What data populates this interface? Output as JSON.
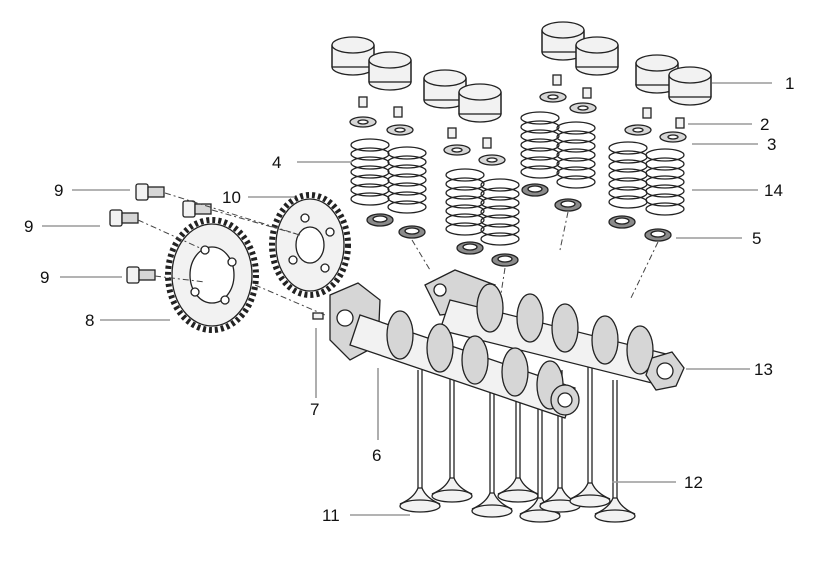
{
  "callouts": [
    {
      "number": "1",
      "part": "tappet"
    },
    {
      "number": "2",
      "part": "valve-cotter"
    },
    {
      "number": "3",
      "part": "spring-retainer"
    },
    {
      "number": "4",
      "part": "valve-spring-intake"
    },
    {
      "number": "5",
      "part": "spring-seat"
    },
    {
      "number": "6",
      "part": "camshaft-intake"
    },
    {
      "number": "7",
      "part": "dowel-pin"
    },
    {
      "number": "8",
      "part": "sprocket-intake"
    },
    {
      "number": "9",
      "part": "sprocket-bolt"
    },
    {
      "number": "10",
      "part": "sprocket-exhaust"
    },
    {
      "number": "11",
      "part": "intake-valve"
    },
    {
      "number": "12",
      "part": "exhaust-valve"
    },
    {
      "number": "13",
      "part": "camshaft-exhaust"
    },
    {
      "number": "14",
      "part": "valve-spring-exhaust"
    }
  ],
  "colors": {
    "line": "#222222",
    "leader": "#9a9a9a",
    "fill_light": "#f2f2f2",
    "fill_mid": "#d6d6d6"
  }
}
